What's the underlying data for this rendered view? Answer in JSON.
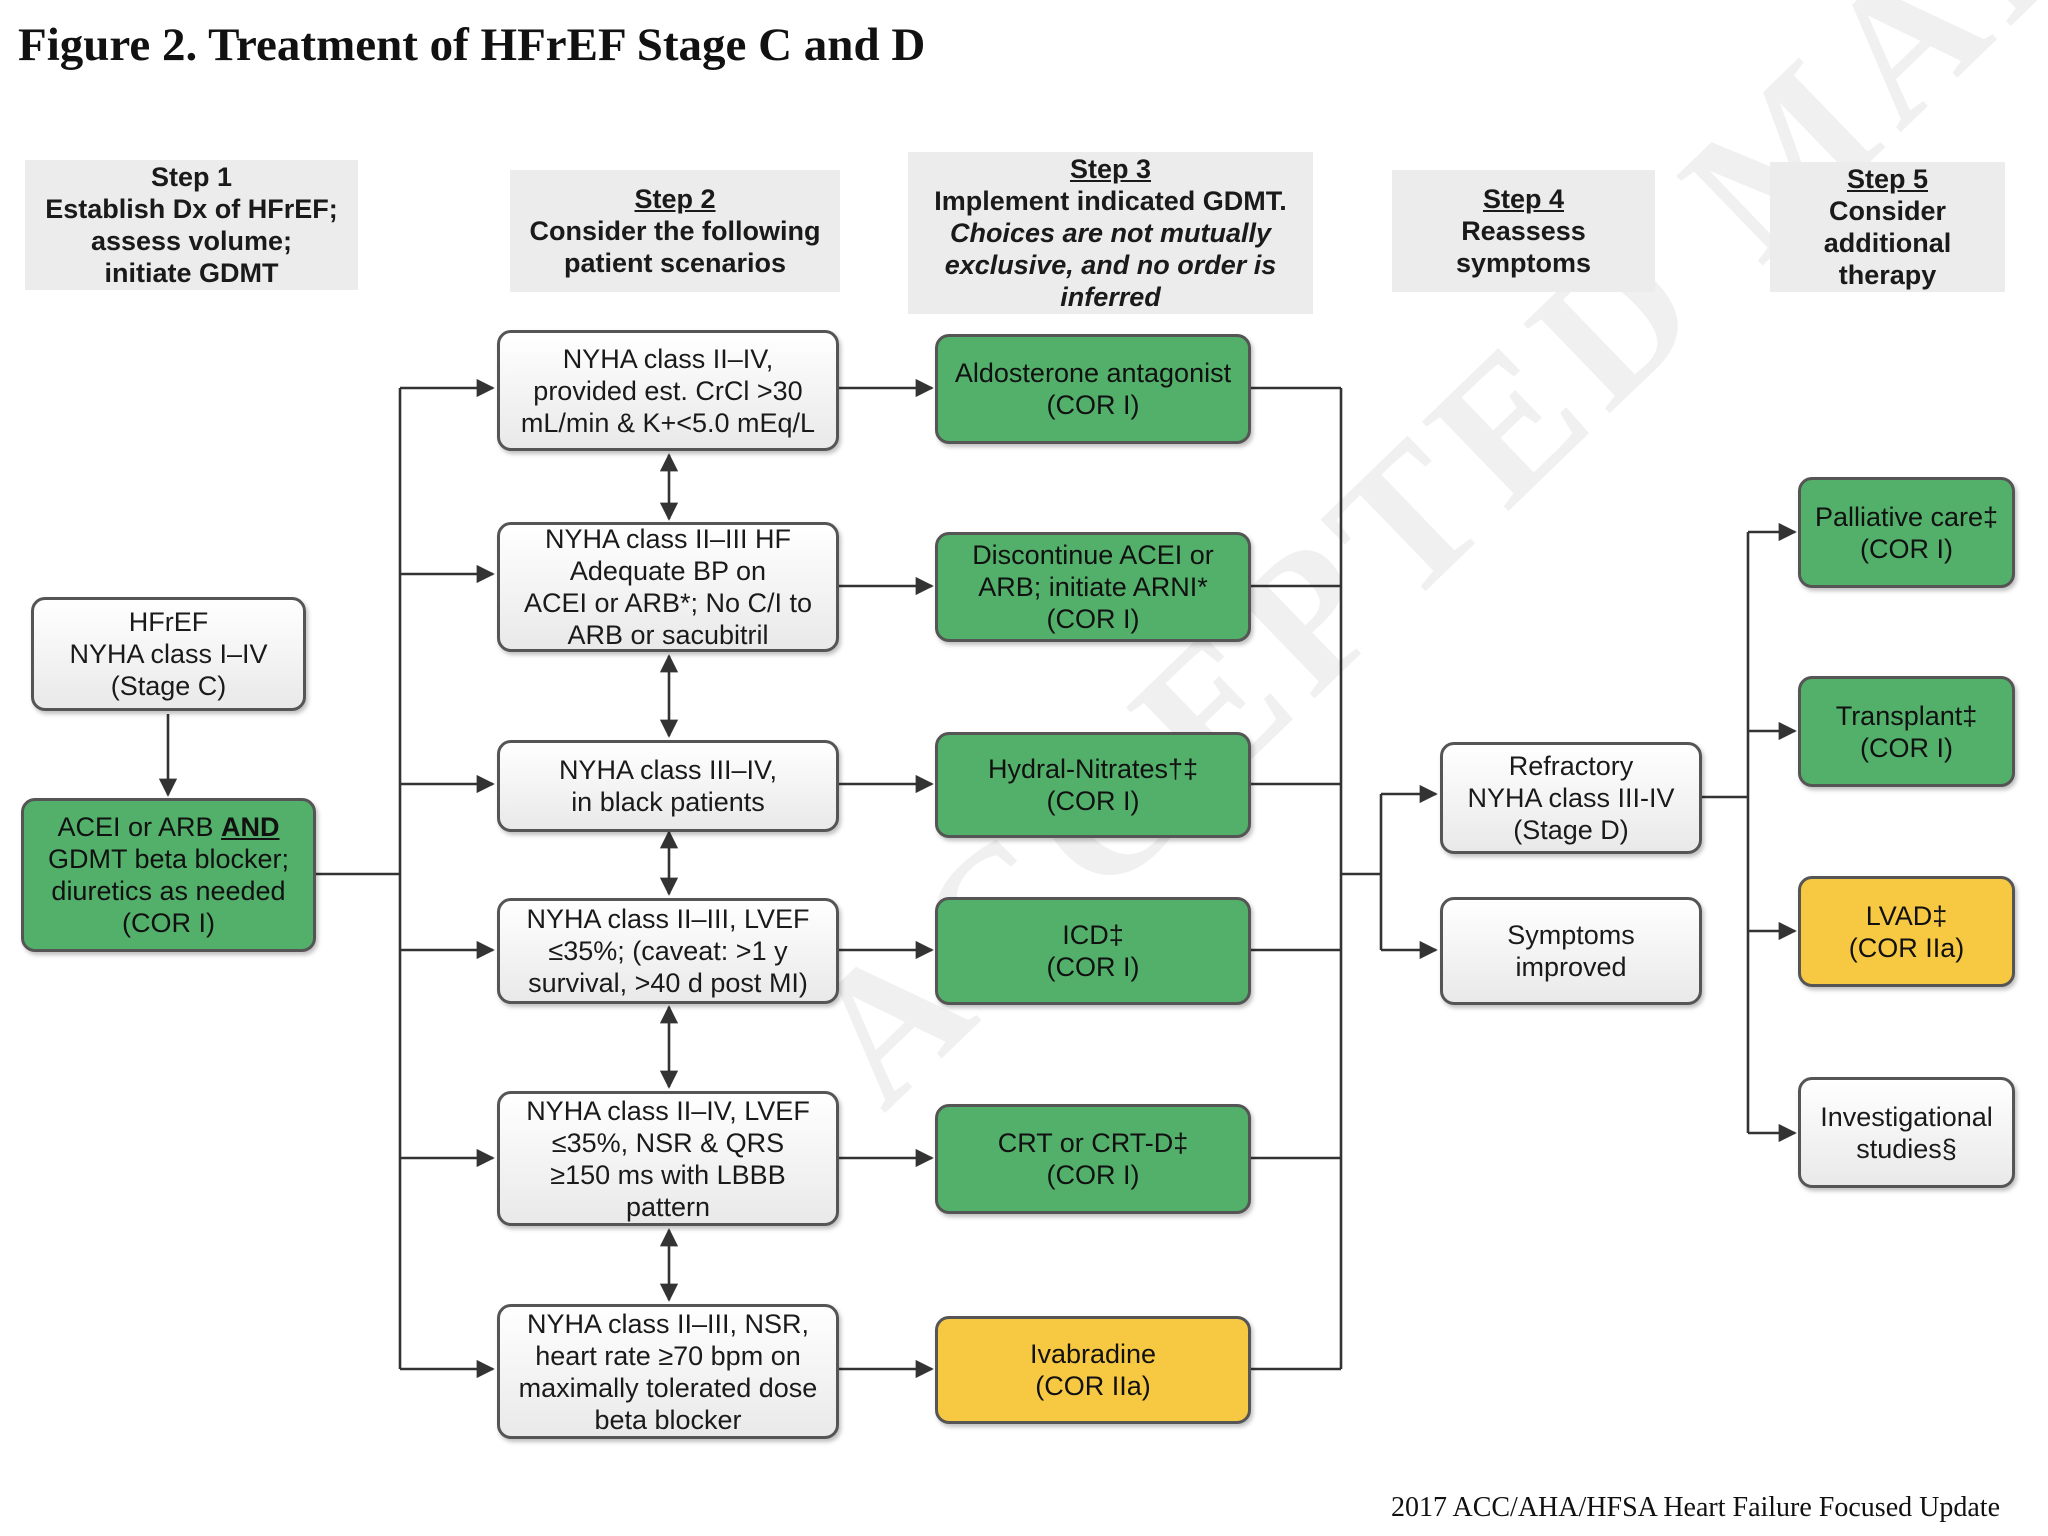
{
  "title": "Figure 2. Treatment of HFrEF Stage C and D",
  "steps": [
    {
      "heading": "Step 1",
      "lines": [
        "Establish Dx of HFrEF;",
        "assess volume;",
        "initiate GDMT"
      ]
    },
    {
      "heading": "Step 2",
      "lines": [
        "Consider the following",
        "patient scenarios"
      ]
    },
    {
      "heading": "Step 3",
      "lines": [
        "Implement indicated GDMT."
      ],
      "italic_lines": [
        "Choices are not mutually",
        "exclusive, and no order is",
        "inferred"
      ]
    },
    {
      "heading": "Step 4",
      "lines": [
        "Reassess",
        "symptoms"
      ]
    },
    {
      "heading": "Step 5",
      "lines": [
        "Consider",
        "additional",
        "therapy"
      ]
    }
  ],
  "start": {
    "hfref": [
      "HFrEF",
      "NYHA class I–IV",
      "(Stage C)"
    ],
    "acei_pre": "ACEI or ARB ",
    "acei_and": "AND",
    "acei_rest": [
      "GDMT beta blocker;",
      "diuretics as needed",
      "(COR I)"
    ]
  },
  "scenarios": [
    [
      "NYHA class II–IV,",
      "provided est. CrCl >30",
      "mL/min & K+<5.0 mEq/L"
    ],
    [
      "NYHA class II–III HF",
      "Adequate BP on",
      "ACEI or ARB*; No C/I to",
      "ARB or sacubitril"
    ],
    [
      "NYHA class III–IV,",
      "in black patients"
    ],
    [
      "NYHA class II–III, LVEF",
      "≤35%; (caveat: >1 y",
      "survival, >40 d post MI)"
    ],
    [
      "NYHA class II–IV, LVEF",
      "≤35%, NSR & QRS",
      "≥150 ms with LBBB",
      "pattern"
    ],
    [
      "NYHA class II–III, NSR,",
      "heart rate ≥70 bpm on",
      "maximally tolerated dose",
      "beta blocker"
    ]
  ],
  "treatments": [
    [
      "Aldosterone antagonist",
      "(COR I)"
    ],
    [
      "Discontinue ACEI or",
      "ARB; initiate ARNI*",
      "(COR I)"
    ],
    [
      "Hydral-Nitrates†‡",
      "(COR I)"
    ],
    [
      "ICD‡",
      "(COR I)"
    ],
    [
      "CRT or CRT-D‡",
      "(COR I)"
    ],
    [
      "Ivabradine",
      "(COR IIa)"
    ]
  ],
  "reassess": [
    [
      "Refractory",
      "NYHA class III-IV",
      "(Stage D)"
    ],
    [
      "Symptoms",
      "improved"
    ]
  ],
  "additional": [
    [
      "Palliative care‡",
      "(COR I)"
    ],
    [
      "Transplant‡",
      "(COR I)"
    ],
    [
      "LVAD‡",
      "(COR IIa)"
    ],
    [
      "Investigational",
      "studies§"
    ]
  ],
  "colors": {
    "green": "#52b06a",
    "yellow": "#f7c942",
    "neutral": "#f2f2f2",
    "border": "#555555"
  },
  "credit": "2017 ACC/AHA/HFSA Heart Failure Focused Update",
  "watermark": "ACCEPTED MANUSCRIPT"
}
